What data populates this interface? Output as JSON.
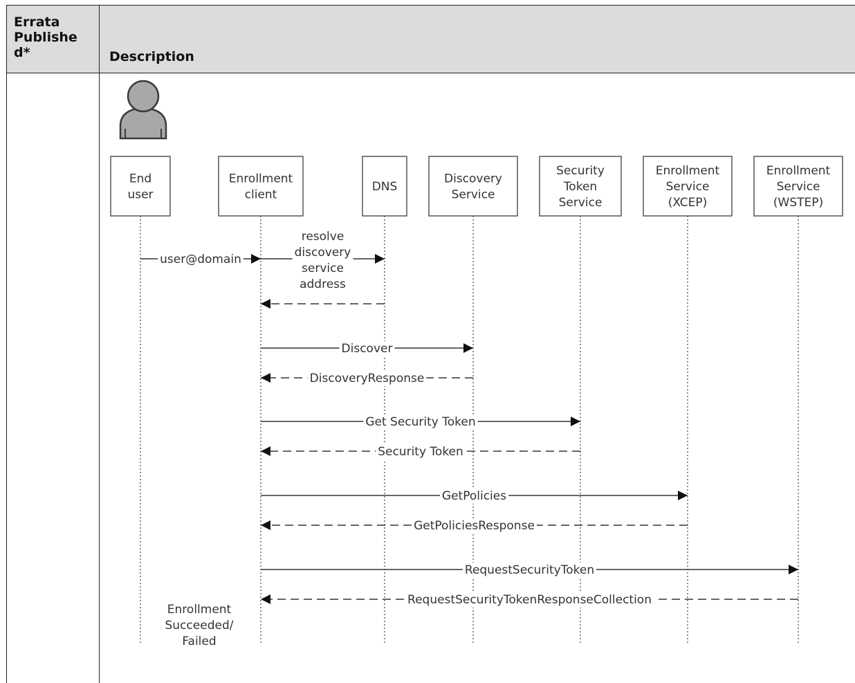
{
  "table": {
    "col1_header": "Errata Publishe d*",
    "col2_header": "Description"
  },
  "diagram": {
    "participants": [
      {
        "lines": [
          "End",
          "user"
        ]
      },
      {
        "lines": [
          "Enrollment",
          "client"
        ]
      },
      {
        "lines": [
          "DNS"
        ]
      },
      {
        "lines": [
          "Discovery",
          "Service"
        ]
      },
      {
        "lines": [
          "Security",
          "Token",
          "Service"
        ]
      },
      {
        "lines": [
          "Enrollment",
          "Service",
          "(XCEP)"
        ]
      },
      {
        "lines": [
          "Enrollment",
          "Service",
          "(WSTEP)"
        ]
      }
    ],
    "messages": [
      {
        "from": 0,
        "to": 1,
        "lines": [
          "user@domain"
        ],
        "style": "solid"
      },
      {
        "from": 1,
        "to": 2,
        "lines": [
          "resolve",
          "discovery",
          "service",
          "address"
        ],
        "style": "solid"
      },
      {
        "from": 2,
        "to": 1,
        "lines": [],
        "style": "dashed"
      },
      {
        "from": 1,
        "to": 3,
        "lines": [
          "Discover"
        ],
        "style": "solid"
      },
      {
        "from": 3,
        "to": 1,
        "lines": [
          "DiscoveryResponse"
        ],
        "style": "dashed"
      },
      {
        "from": 1,
        "to": 4,
        "lines": [
          "Get Security Token"
        ],
        "style": "solid"
      },
      {
        "from": 4,
        "to": 1,
        "lines": [
          "Security Token"
        ],
        "style": "dashed"
      },
      {
        "from": 1,
        "to": 5,
        "lines": [
          "GetPolicies"
        ],
        "style": "solid"
      },
      {
        "from": 5,
        "to": 1,
        "lines": [
          "GetPoliciesResponse"
        ],
        "style": "dashed"
      },
      {
        "from": 1,
        "to": 6,
        "lines": [
          "RequestSecurityToken"
        ],
        "style": "solid"
      },
      {
        "from": 6,
        "to": 1,
        "lines": [
          "RequestSecurityTokenResponseCollection"
        ],
        "style": "dashed"
      }
    ],
    "note": {
      "lines": [
        "Enrollment",
        "Succeeded/",
        "Failed"
      ]
    },
    "colors": {
      "line": "#333333",
      "box_stroke": "#555555",
      "actor_fill": "#a8a8a8",
      "actor_stroke": "#3a3a3a"
    }
  }
}
